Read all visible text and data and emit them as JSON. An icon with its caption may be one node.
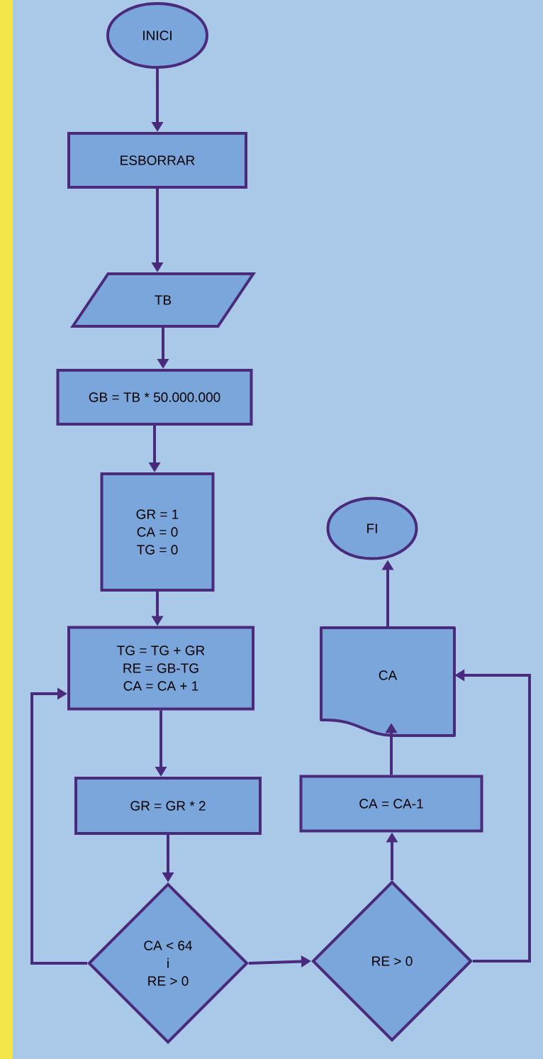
{
  "diagram": {
    "nodes": [
      {
        "text": [
          "INICI"
        ]
      },
      {
        "text": [
          "ESBORRAR"
        ]
      },
      {
        "text": [
          "TB"
        ]
      },
      {
        "text": [
          "GB = TB * 50.000.000"
        ]
      },
      {
        "text": [
          "GR = 1",
          "CA = 0",
          "TG = 0"
        ]
      },
      {
        "text": [
          "TG = TG + GR",
          "RE = GB-TG",
          "CA = CA + 1"
        ]
      },
      {
        "text": [
          "GR = GR * 2"
        ]
      },
      {
        "text": [
          "CA < 64",
          "i",
          "RE > 0"
        ]
      },
      {
        "text": [
          "RE > 0"
        ]
      },
      {
        "text": [
          "CA = CA-1"
        ]
      },
      {
        "text": [
          "CA"
        ]
      },
      {
        "text": [
          "FI"
        ]
      }
    ],
    "edges": [
      {
        "from": 0,
        "to": 1,
        "arrow": "to"
      },
      {
        "from": 1,
        "to": 2,
        "arrow": "to"
      },
      {
        "from": 2,
        "to": 3,
        "arrow": "to"
      },
      {
        "from": 3,
        "to": 4,
        "arrow": "to"
      },
      {
        "from": 4,
        "to": 5,
        "arrow": "to"
      },
      {
        "from": 5,
        "to": 6,
        "arrow": "to"
      },
      {
        "from": 6,
        "to": 7,
        "arrow": "to"
      },
      {
        "from": 7,
        "to": 5,
        "arrow": "to"
      },
      {
        "from": 7,
        "to": 8,
        "arrow": "to"
      },
      {
        "from": 8,
        "to": 9,
        "arrow": "to"
      },
      {
        "from": 9,
        "to": 10,
        "arrow": "to"
      },
      {
        "from": 8,
        "to": 10,
        "arrow": "to"
      },
      {
        "from": 10,
        "to": 11,
        "arrow": "to"
      }
    ]
  }
}
